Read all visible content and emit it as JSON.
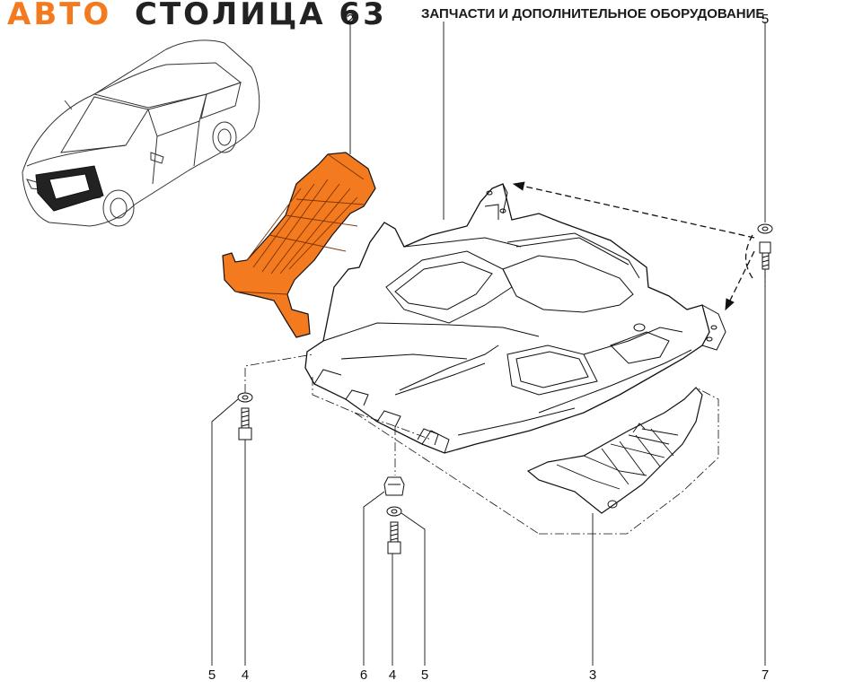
{
  "header": {
    "brand_part1": "АВТО",
    "brand_part2": "СТОЛИЦА 63",
    "tagline": "ЗАПЧАСТИ И ДОПОЛНИТЕЛЬНОЕ ОБОРУДОВАНИЕ"
  },
  "callouts": {
    "part_2_top": "2",
    "part_5_top": "5",
    "part_5_bottom_left": "5",
    "part_4_bottom_left": "4",
    "part_6": "6",
    "part_4_bottom_mid": "4",
    "part_5_bottom_mid": "5",
    "part_3": "3",
    "part_7": "7"
  },
  "colors": {
    "highlight": "#f47a20",
    "line": "#111111",
    "brand_orange": "#f47a20",
    "brand_dark": "#222222"
  }
}
